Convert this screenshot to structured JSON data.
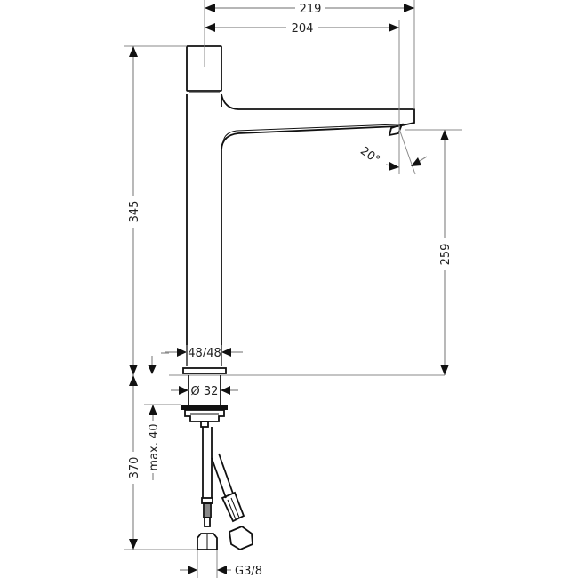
{
  "drawing": {
    "subject": "Single lever basin mixer technical dimension drawing",
    "units": "mm",
    "dimensions": {
      "overall_reach": "219",
      "spout_reach": "204",
      "spout_angle": "20°",
      "total_height": "345",
      "spout_outlet_height": "259",
      "body_size": "48/48",
      "hole_diameter": "Ø 32",
      "below_counter_length": "370",
      "max_counter_thickness": "max. 40",
      "connection_thread": "G3/8"
    }
  }
}
